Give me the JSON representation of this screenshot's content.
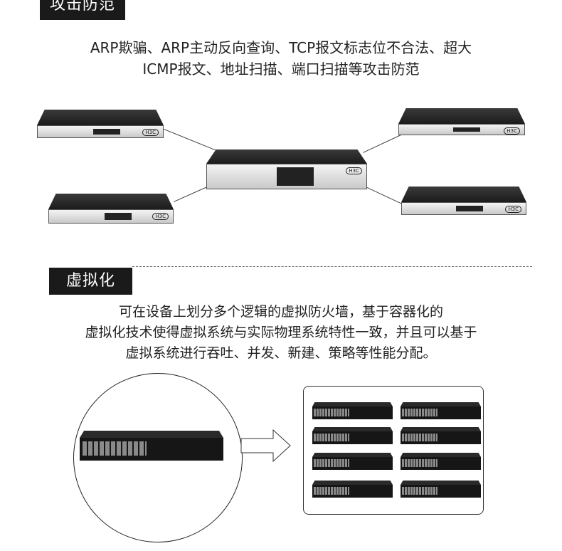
{
  "sections": {
    "attack": {
      "badge": "攻击防范",
      "line1": "ARP欺骗、ARP主动反向查询、TCP报文标志位不合法、超大",
      "line2": "ICMP报文、地址扫描、端口扫描等攻击防范"
    },
    "virtual": {
      "badge": "虚拟化",
      "line1": "可在设备上划分多个逻辑的虚拟防火墙，基于容器化的",
      "line2": "虚拟化技术使得虚拟系统与实际物理系统特性一致，并且可以基于",
      "line3": "虚拟系统进行吞吐、并发、新建、策略等性能分配。"
    }
  },
  "brand_logo": "H3C",
  "colors": {
    "badge_bg": "#1a1a1a",
    "badge_text": "#ffffff",
    "text": "#222222"
  },
  "icons": [
    "network-device-image",
    "switch-image",
    "right-arrow-icon"
  ]
}
